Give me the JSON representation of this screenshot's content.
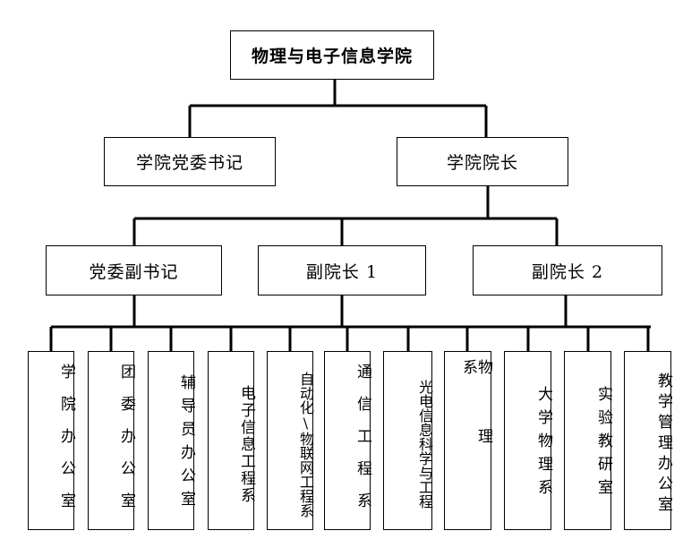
{
  "diagram": {
    "root": "物理与电子信息学院",
    "level1": [
      "学院党委书记",
      "学院院长"
    ],
    "level2": [
      "党委副书记",
      "副院长 1",
      "副院长 2"
    ],
    "departments": [
      "学院办公室",
      "团委办公室",
      "辅导员办公室",
      "电子信息工程系",
      "自动化\\物联网工程系",
      "通信工程系",
      "光电信息科学与工程",
      "物理系",
      "大学物理系",
      "实验教研室",
      "教学管理办公室"
    ],
    "line_color": "#000000",
    "box_border_color": "#000000"
  }
}
